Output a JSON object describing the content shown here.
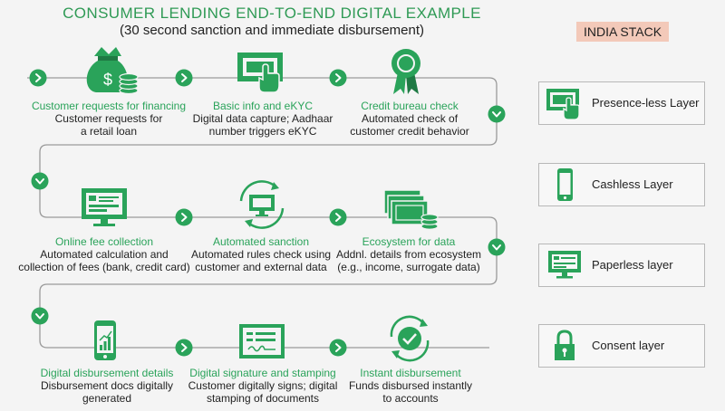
{
  "header": {
    "title": "CONSUMER LENDING END-TO-END DIGITAL EXAMPLE",
    "subtitle": "(30 second sanction and immediate disbursement)",
    "stack_label": "INDIA STACK"
  },
  "colors": {
    "accent": "#2aa35a",
    "dark_green": "#1f7a44",
    "badge": "#f3c9b9",
    "text": "#222222"
  },
  "steps": [
    {
      "title": "Customer requests for financing",
      "desc1": "Customer requests for",
      "desc2": "a retail loan",
      "icon": "money-bag-icon"
    },
    {
      "title": "Basic info and eKYC",
      "desc1": "Digital data capture; Aadhaar",
      "desc2": "number triggers eKYC",
      "icon": "touchscreen-icon"
    },
    {
      "title": "Credit bureau check",
      "desc1": "Automated check of",
      "desc2": "customer credit behavior",
      "icon": "award-ribbon-icon"
    },
    {
      "title": "Online fee collection",
      "desc1": "Automated calculation and",
      "desc2": "collection of fees (bank, credit card)",
      "icon": "monitor-form-icon"
    },
    {
      "title": "Automated sanction",
      "desc1": "Automated rules check using",
      "desc2": "customer and external data",
      "icon": "monitor-refresh-icon"
    },
    {
      "title": "Ecosystem for data",
      "desc1": "Addnl. details from ecosystem",
      "desc2": "(e.g., income, surrogate data)",
      "icon": "cash-stack-icon"
    },
    {
      "title": "Digital disbursement details",
      "desc1": "Disbursement docs digitally",
      "desc2": "generated",
      "icon": "smartphone-chart-icon"
    },
    {
      "title": "Digital signature and stamping",
      "desc1": "Customer digitally signs; digital",
      "desc2": "stamping of documents",
      "icon": "signed-document-icon"
    },
    {
      "title": "Instant disbursement",
      "desc1": "Funds disbursed instantly",
      "desc2": "to accounts",
      "icon": "circular-check-icon"
    }
  ],
  "layers": [
    {
      "label": "Presence-less Layer",
      "icon": "touchscreen-icon"
    },
    {
      "label": "Cashless Layer",
      "icon": "smartphone-icon"
    },
    {
      "label": "Paperless layer",
      "icon": "monitor-form-icon"
    },
    {
      "label": "Consent layer",
      "icon": "padlock-icon"
    }
  ]
}
